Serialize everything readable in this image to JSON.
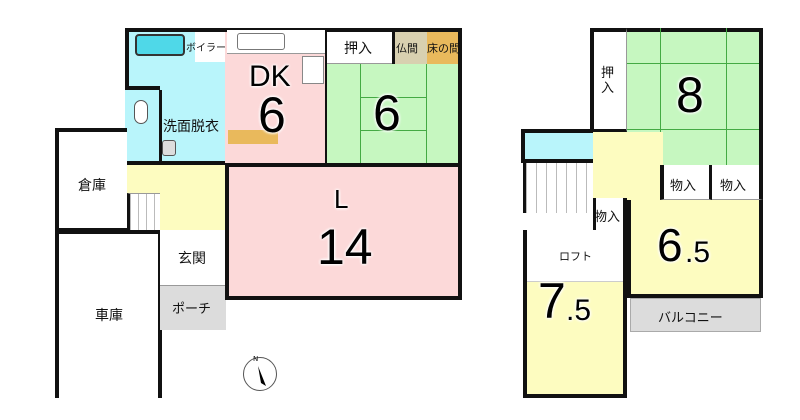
{
  "floor1": {
    "boiler": "ボイラー",
    "dk_label": "DK",
    "dk_size": "6",
    "washroom": "洗面脱衣",
    "oshiire": "押入",
    "butsuma": "仏間",
    "tokonoma": "床の間",
    "washitsu_size": "6",
    "souko": "倉庫",
    "living_label": "L",
    "living_size": "14",
    "genkan": "玄関",
    "porch": "ポーチ",
    "garage": "車庫",
    "compass": "N"
  },
  "floor2": {
    "oshiire": "押入",
    "washitsu_size": "8",
    "storage1": "物入",
    "storage2": "物入",
    "storage3": "物入",
    "room_size_main": "6",
    "room_size_frac": ".5",
    "loft": "ロフト",
    "loft_size_main": "7",
    "loft_size_frac": ".5",
    "balcony": "バルコニー"
  },
  "colors": {
    "pink": "#fcd9d9",
    "green": "#c6f7c0",
    "blue": "#b9f5fb",
    "yellow": "#fdfcc0",
    "gray": "#dcdcdc",
    "tan": "#d8d0b0",
    "orange": "#e9b95c"
  }
}
